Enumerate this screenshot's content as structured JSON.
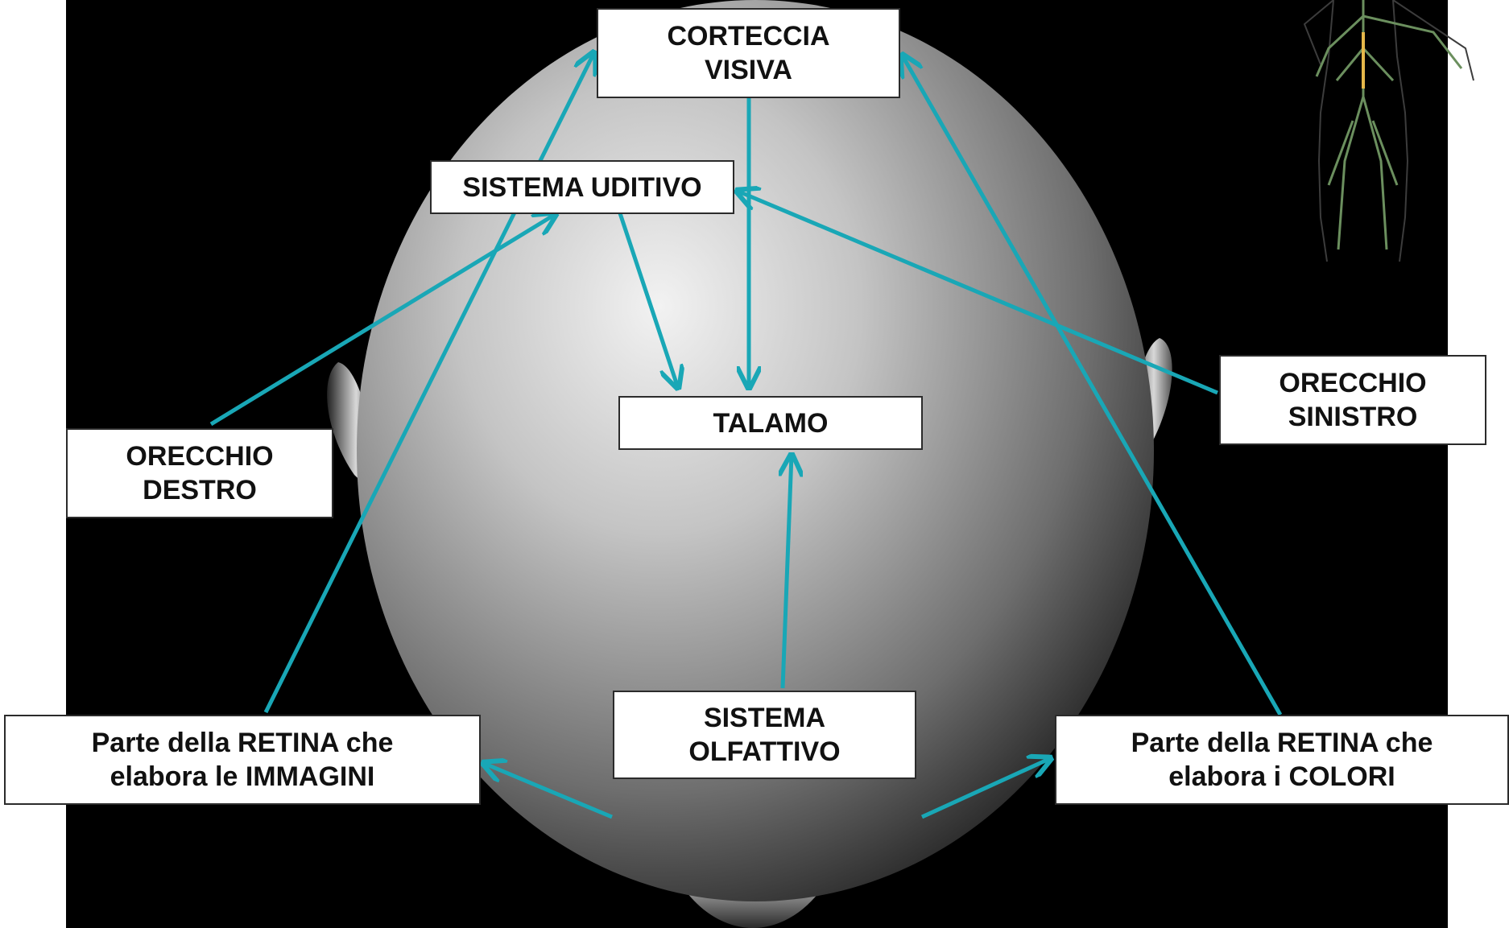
{
  "colors": {
    "arrow": "#19a7b6",
    "background": "#000000",
    "box": "#ffffff"
  },
  "labels": {
    "corteccia_visiva": "CORTECCIA\nVISIVA",
    "sistema_uditivo": "SISTEMA UDITIVO",
    "talamo": "TALAMO",
    "orecchio_destro": "ORECCHIO\nDESTRO",
    "orecchio_sinistro": "ORECCHIO\nSINISTRO",
    "sistema_olfattivo": "SISTEMA\nOLFATTIVO",
    "retina_immagini": "Parte della RETINA che\nelabora le IMMAGINI",
    "retina_colori": "Parte della RETINA che\nelabora i COLORI"
  },
  "icons": {
    "head": "bald-head-top-view",
    "body": "human-nervous-system-figure"
  }
}
